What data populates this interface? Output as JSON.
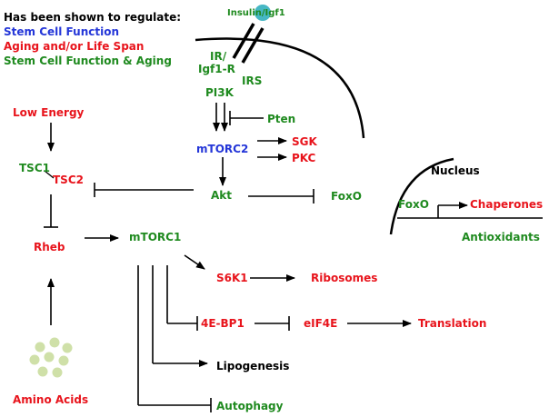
{
  "legend": {
    "heading": "Has been shown to regulate:",
    "items": [
      {
        "label": "Stem Cell Function",
        "color": "#2436d8"
      },
      {
        "label": "Aging and/or Life Span",
        "color": "#e8141c"
      },
      {
        "label": "Stem Cell Function & Aging",
        "color": "#1f8a1f"
      }
    ]
  },
  "colors": {
    "red": "#e8141c",
    "green": "#1f8a1f",
    "blue": "#2436d8",
    "black": "#000000",
    "ligand": "#46b7c4",
    "amino_dots": "#cfe0a8"
  },
  "nodes": {
    "insulin": "Insulin/Igf1",
    "receptor_line1": "IR/",
    "receptor_line2": "Igf1-R",
    "irs": "IRS",
    "pi3k": "PI3K",
    "pten": "Pten",
    "mtorc2": "mTORC2",
    "sgk": "SGK",
    "pkc": "PKC",
    "akt": "Akt",
    "foxo_cyto": "FoxO",
    "low_energy": "Low Energy",
    "tsc1": "TSC1",
    "tsc2": "TSC2",
    "rheb": "Rheb",
    "mtorc1": "mTORC1",
    "s6k1": "S6K1",
    "ribosomes": "Ribosomes",
    "ebp1": "4E-BP1",
    "eif4e": "eIF4E",
    "translation": "Translation",
    "lipogenesis": "Lipogenesis",
    "autophagy": "Autophagy",
    "amino_acids": "Amino Acids",
    "nucleus": "Nucleus",
    "foxo_nuc": "FoxO",
    "chaperones": "Chaperones",
    "antioxidants": "Antioxidants"
  }
}
